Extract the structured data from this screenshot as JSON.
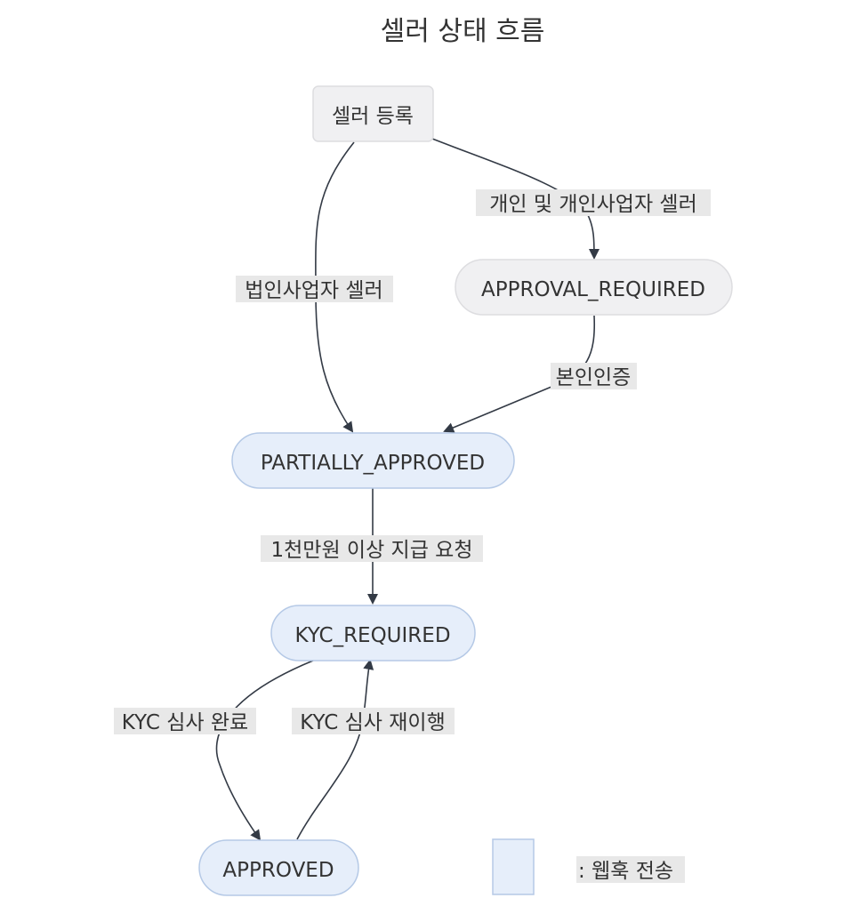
{
  "title": "셀러 상태 흐름",
  "colors": {
    "neutral_fill": "#f0f0f2",
    "neutral_stroke": "#dddde0",
    "webhook_fill": "#e6eefa",
    "webhook_stroke": "#b5c9e6",
    "edge": "#333a45",
    "label_bg": "#e8e8e8",
    "text": "#333333"
  },
  "nodes": {
    "start": "셀러 등록",
    "approval_required": "APPROVAL_REQUIRED",
    "partially_approved": "PARTIALLY_APPROVED",
    "kyc_required": "KYC_REQUIRED",
    "approved": "APPROVED"
  },
  "edges": {
    "individual": "개인 및 개인사업자 셀러",
    "corporate": "법인사업자 셀러",
    "identity_verification": "본인인증",
    "payout_request": "1천만원 이상 지급 요청",
    "kyc_complete": "KYC 심사 완료",
    "kyc_redo": "KYC 심사 재이행"
  },
  "legend": {
    "label": ": 웹훅 전송"
  }
}
